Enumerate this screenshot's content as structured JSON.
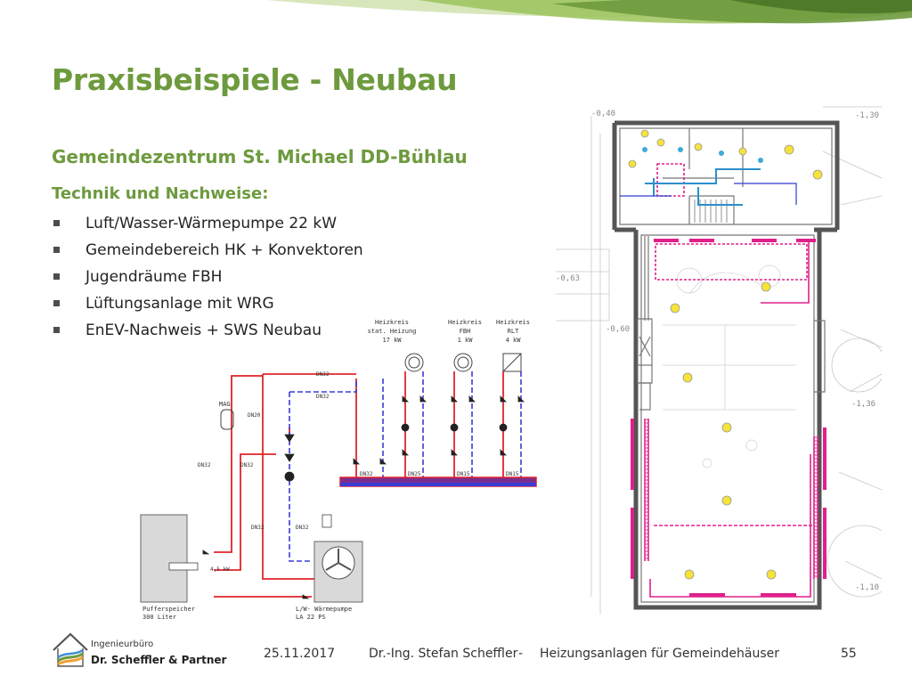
{
  "slide": {
    "title": "Praxisbeispiele - Neubau",
    "subtitle": "Gemeindezentrum St. Michael DD-Bühlau",
    "section_heading": "Technik und Nachweise:",
    "bullets": [
      "Luft/Wasser-Wärmepumpe 22 kW",
      "Gemeindebereich HK + Konvektoren",
      "Jugendräume FBH",
      "Lüftungsanlage mit WRG",
      "EnEV-Nachweis + SWS Neubau"
    ]
  },
  "schematic": {
    "circuits": [
      {
        "line1": "Heizkreis",
        "line2": "stat. Heizung",
        "line3": "17 kW"
      },
      {
        "line1": "Heizkreis",
        "line2": "FBH",
        "line3": "1 kW"
      },
      {
        "line1": "Heizkreis",
        "line2": "RLT",
        "line3": "4 kW"
      }
    ],
    "pipe_labels": {
      "dn32": "DN32",
      "dn25": "DN25",
      "dn20": "DN20",
      "dn15": "DN15"
    },
    "mag": "MAG",
    "heater_rating": "4,5 kW",
    "storage": {
      "line1": "Pufferspeicher",
      "line2": "300 Liter"
    },
    "heat_pump": {
      "line1": "L/W- Wärmepumpe",
      "line2": "LA 22 PS"
    }
  },
  "plan": {
    "levels": [
      "-0,40",
      "-1,30",
      "-0,63",
      "-0,60",
      "-1,36",
      "-1,10"
    ]
  },
  "footer": {
    "company_line1": "Ingenieurbüro",
    "company_line2": "Dr. Scheffler & Partner",
    "date": "25.11.2017",
    "author": "Dr.-Ing. Stefan Scheffler",
    "separator": "-",
    "topic": "Heizungsanlagen für Gemeindehäuser",
    "page": "55"
  },
  "colors": {
    "accent_green": "#6e9a3e",
    "pipe_red": "#e0242a",
    "pipe_blue": "#3b3bd6",
    "magenta": "#e0208a"
  }
}
